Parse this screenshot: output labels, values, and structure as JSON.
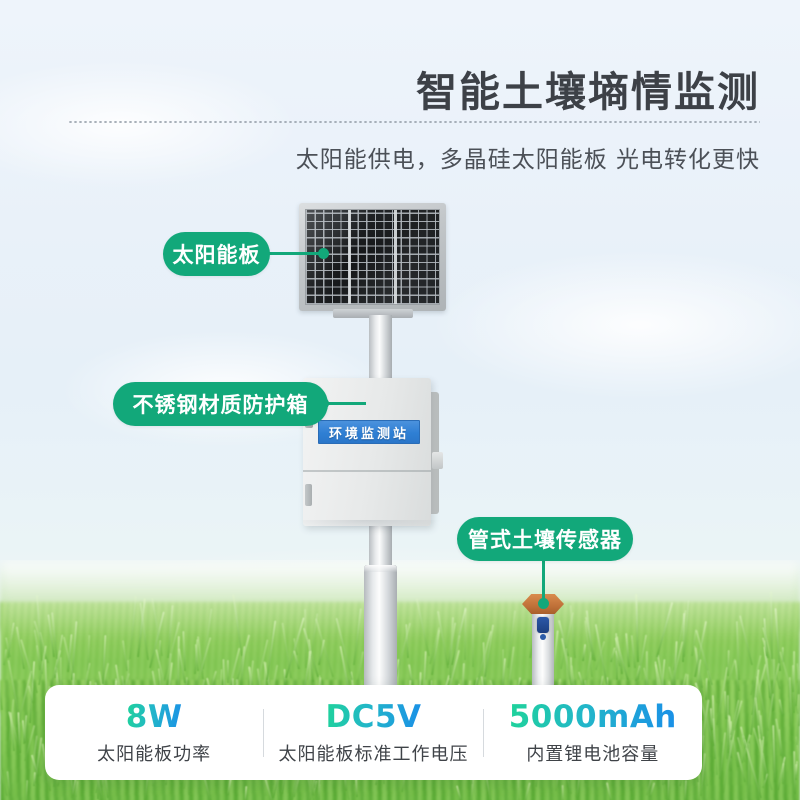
{
  "header": {
    "title": "智能土壤墒情监测",
    "subtitle": "太阳能供电，多晶硅太阳能板 光电转化更快"
  },
  "callouts": [
    {
      "label": "太阳能板",
      "target": "solar-panel"
    },
    {
      "label": "不锈钢材质防护箱",
      "target": "enclosure-box"
    },
    {
      "label": "管式土壤传感器",
      "target": "tube-soil-sensor"
    }
  ],
  "device": {
    "enclosure_label": "环境监测站"
  },
  "specs": [
    {
      "value": "8W",
      "label": "太阳能板功率"
    },
    {
      "value": "DC5V",
      "label": "太阳能板标准工作电压"
    },
    {
      "value": "5000mAh",
      "label": "内置锂电池容量"
    }
  ],
  "colors": {
    "pill_green": "#12a87a",
    "value_gradient_start": "#1fd39a",
    "value_gradient_end": "#1a8fe8",
    "label_blue": "#2f7fd4",
    "sky": "#eaf2f9",
    "grass": "#6cb945"
  }
}
